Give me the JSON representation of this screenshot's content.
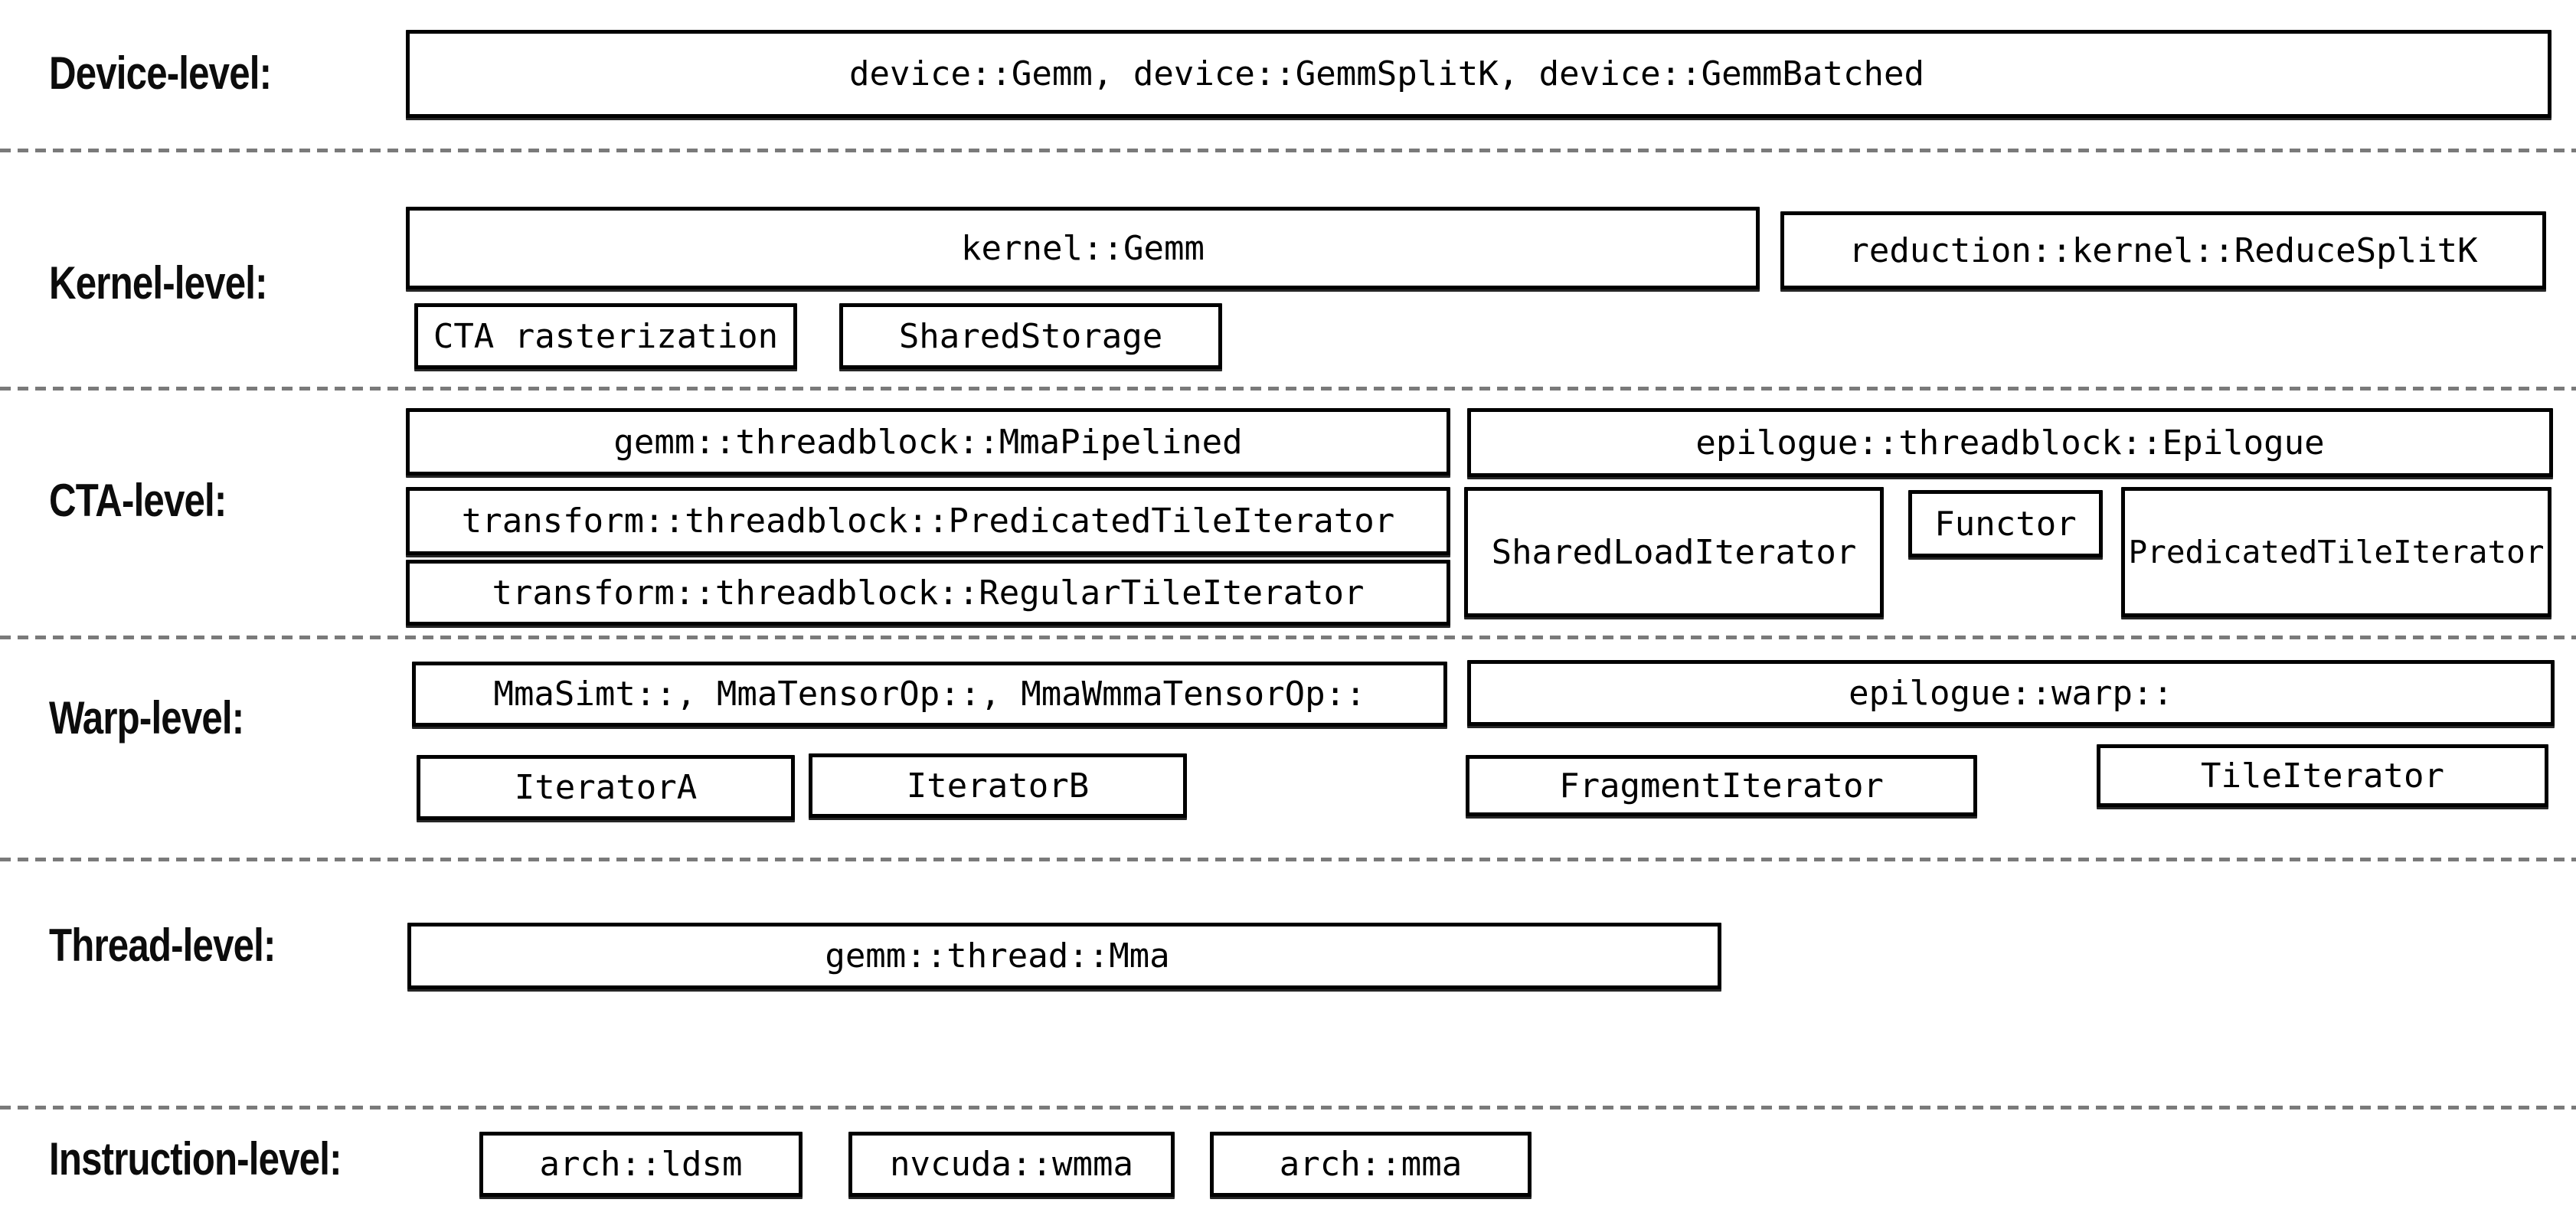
{
  "rows": {
    "device": {
      "label": "Device-level:",
      "main_box": "device::Gemm, device::GemmSplitK, device::GemmBatched"
    },
    "kernel": {
      "label": "Kernel-level:",
      "gemm": "kernel::Gemm",
      "reduce_splitk": "reduction::kernel::ReduceSplitK",
      "cta_rasterization": "CTA rasterization",
      "shared_storage": "SharedStorage"
    },
    "cta": {
      "label": "CTA-level:",
      "mma_pipelined": "gemm::threadblock::MmaPipelined",
      "predicated_tile_iterator": "transform::threadblock::PredicatedTileIterator",
      "regular_tile_iterator": "transform::threadblock::RegularTileIterator",
      "epilogue": "epilogue::threadblock::Epilogue",
      "shared_load_iterator": "SharedLoadIterator",
      "functor": "Functor",
      "epilogue_predicated_tile_iterator": "PredicatedTileIterator"
    },
    "warp": {
      "label": "Warp-level:",
      "mma": "MmaSimt::, MmaTensorOp::, MmaWmmaTensorOp::",
      "iterator_a": "IteratorA",
      "iterator_b": "IteratorB",
      "epilogue": "epilogue::warp::",
      "fragment_iterator": "FragmentIterator",
      "tile_iterator": "TileIterator"
    },
    "thread": {
      "label": "Thread-level:",
      "mma": "gemm::thread::Mma"
    },
    "instruction": {
      "label": "Instruction-level:",
      "arch_ldsm": "arch::ldsm",
      "nvcuda_wmma": "nvcuda::wmma",
      "arch_mma": "arch::mma"
    }
  },
  "colors": {
    "background": "#ffffff",
    "box_border": "#000000",
    "text": "#000000",
    "divider": "#7a7a7a"
  }
}
